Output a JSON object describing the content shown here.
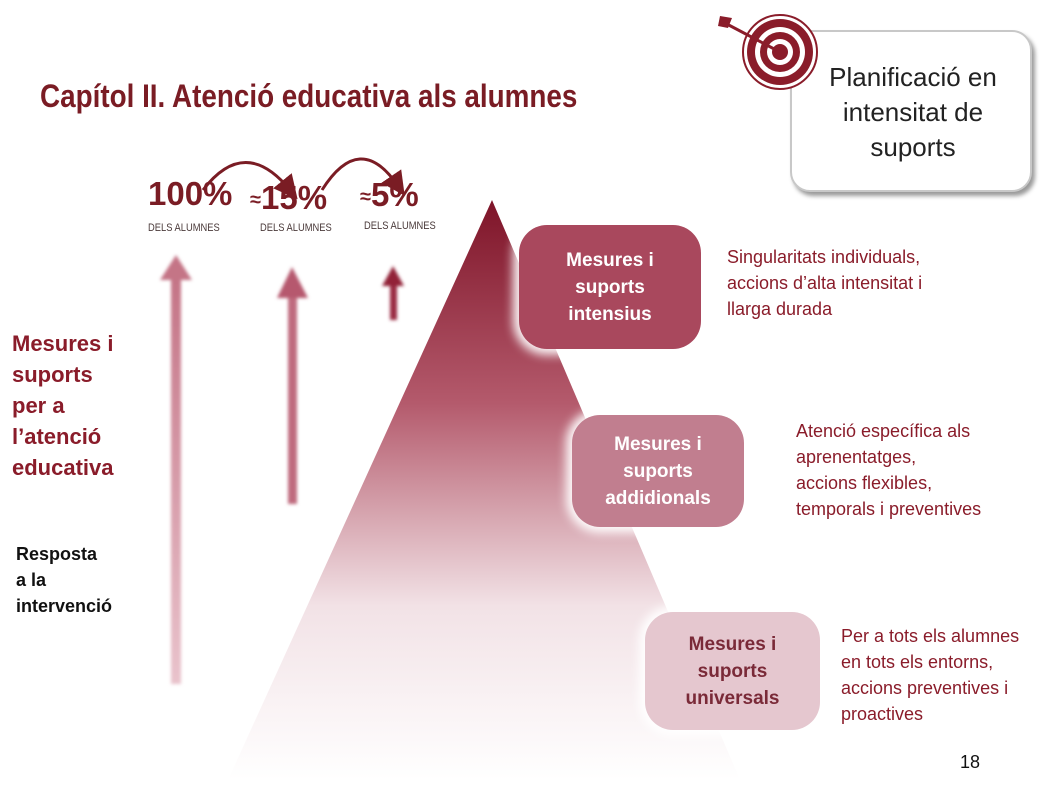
{
  "title": "Capítol II. Atenció educativa als alumnes",
  "callout": {
    "text": [
      "Planificació en",
      "intensitat de",
      "suports"
    ],
    "icon": "target-icon"
  },
  "percentages": [
    {
      "approx": "",
      "value": "100%",
      "label": "DELS ALUMNES"
    },
    {
      "approx": "≈",
      "value": "15%",
      "label": "DELS ALUMNES"
    },
    {
      "approx": "≈",
      "value": "5%",
      "label": "DELS ALUMNES"
    }
  ],
  "left_heading": [
    "Mesures i",
    "suports",
    "per a",
    "l’atenció",
    "educativa"
  ],
  "left_subheading": [
    "Resposta",
    "a la",
    "intervenció"
  ],
  "levels": [
    {
      "box": [
        "Mesures i",
        "suports",
        "intensius"
      ],
      "description": [
        "Singularitats individuals,",
        "accions d’alta intensitat i",
        "llarga durada"
      ]
    },
    {
      "box": [
        "Mesures i",
        "suports",
        "addidionals"
      ],
      "description": [
        "Atenció específica als",
        "aprenentatges,",
        "accions flexibles,",
        "temporals i preventives"
      ]
    },
    {
      "box": [
        "Mesures i",
        "suports",
        "universals"
      ],
      "description": [
        "Per a tots els alumnes",
        "en tots els entorns,",
        "accions preventives i",
        "proactives"
      ]
    }
  ],
  "page_number": "18",
  "colors": {
    "accent": "#7a1c24",
    "pyramid_top": "#7e1428",
    "pyramid_bottom": "#ffffff"
  }
}
